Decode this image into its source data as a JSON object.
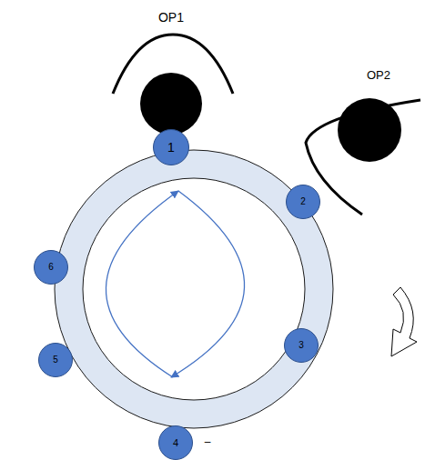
{
  "diagram": {
    "nodes": [
      {
        "text": [
          "1"
        ]
      },
      {
        "text": [
          "2"
        ]
      },
      {
        "text": [
          "3"
        ]
      },
      {
        "text": [
          "4"
        ]
      },
      {
        "text": [
          "5"
        ]
      },
      {
        "text": [
          "6"
        ]
      }
    ],
    "labels": [
      "OP1",
      "OP2",
      "–"
    ]
  }
}
